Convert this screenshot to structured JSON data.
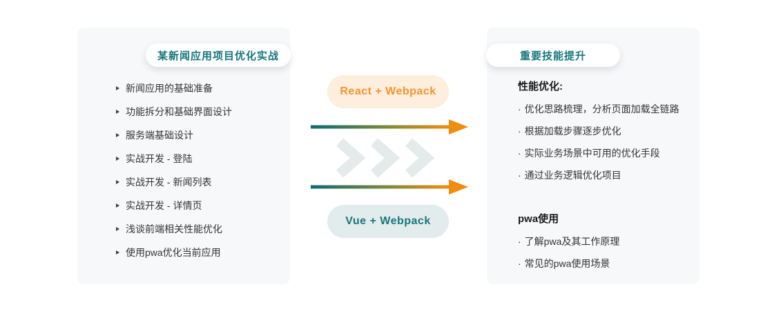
{
  "left_panel": {
    "title": "某新闻应用项目优化实战",
    "items": [
      "新闻应用的基础准备",
      "功能拆分和基础界面设计",
      "服务端基础设计",
      "实战开发 - 登陆",
      "实战开发 - 新闻列表",
      "实战开发 - 详情页",
      "浅谈前端相关性能优化",
      "使用pwa优化当前应用"
    ]
  },
  "middle": {
    "react_badge": "React + Webpack",
    "vue_badge": "Vue + Webpack"
  },
  "right_panel": {
    "title": "重要技能提升",
    "bullet": "·",
    "sections": [
      {
        "heading": "性能优化:",
        "items": [
          "优化思路梳理，分析页面加载全链路",
          "根据加载步骤逐步优化",
          "实际业务场景中可用的优化手段",
          "通过业务逻辑优化项目"
        ]
      },
      {
        "heading": "pwa使用",
        "items": [
          "了解pwa及其工作原理",
          "常见的pwa使用场景"
        ]
      }
    ]
  },
  "icons": {
    "list_bullet": "triangle-right",
    "flow_arrows": "gradient-arrow-right",
    "watermark": "triple-chevron-right"
  },
  "colors": {
    "teal": "#16767d",
    "orange": "#ef8d11",
    "react_badge_bg": "#fdeedd",
    "react_badge_text": "#f5952d",
    "vue_badge_bg": "#e3ecec",
    "panel_bg": "#f7f8fa",
    "text": "#333333"
  }
}
